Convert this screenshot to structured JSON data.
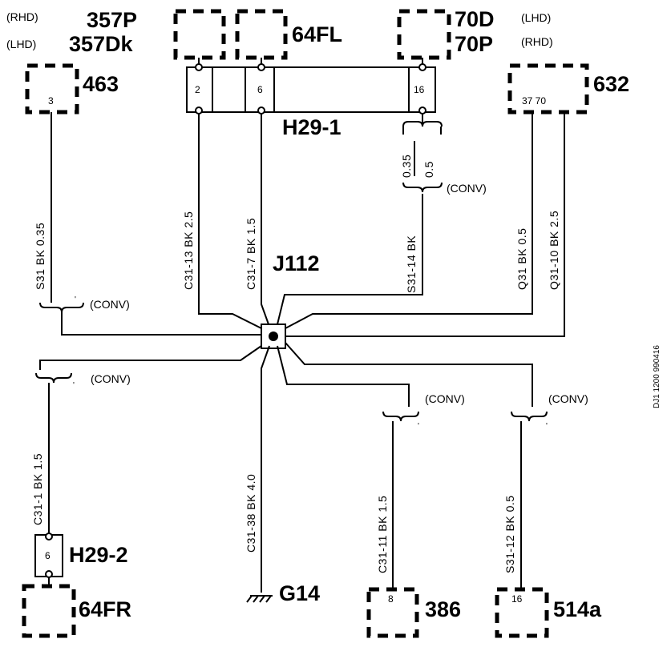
{
  "components": {
    "c357": {
      "ids": [
        "357P",
        "357Dk"
      ],
      "variants": [
        "(RHD)",
        "(LHD)"
      ],
      "pin": "2"
    },
    "c64fl": {
      "id": "64FL",
      "pin": "6"
    },
    "c70": {
      "ids": [
        "70D",
        "70P"
      ],
      "variants": [
        "(LHD)",
        "(RHD)"
      ],
      "pin": "16"
    },
    "c463": {
      "id": "463",
      "pin": "3"
    },
    "c632": {
      "id": "632",
      "pins": "37 70"
    },
    "c386": {
      "id": "386",
      "pin": "8"
    },
    "c514a": {
      "id": "514a",
      "pin": "16"
    },
    "c64fr": {
      "id": "64FR"
    }
  },
  "connectors": {
    "h29_1": "H29-1",
    "h29_2": {
      "id": "H29-2",
      "pin": "6"
    }
  },
  "splice": "J112",
  "ground": "G14",
  "conv": "(CONV)",
  "wires": {
    "s31_463": "S31   BK  0.35",
    "c31_13": "C31-13   BK  2.5",
    "c31_7": "C31-7   BK  1.5",
    "s31_14": "S31-14   BK",
    "alt_a": "0.35",
    "alt_b": "0.5",
    "q31_632": "Q31   BK  0.5",
    "q31_10": "Q31-10   BK  2.5",
    "c31_1": "C31-1   BK  1.5",
    "c31_38": "C31-38   BK  4.0",
    "c31_11": "C31-11   BK  1.5",
    "s31_12": "S31-12   BK  0.5"
  },
  "side_code": "DJ1 1200   990416"
}
